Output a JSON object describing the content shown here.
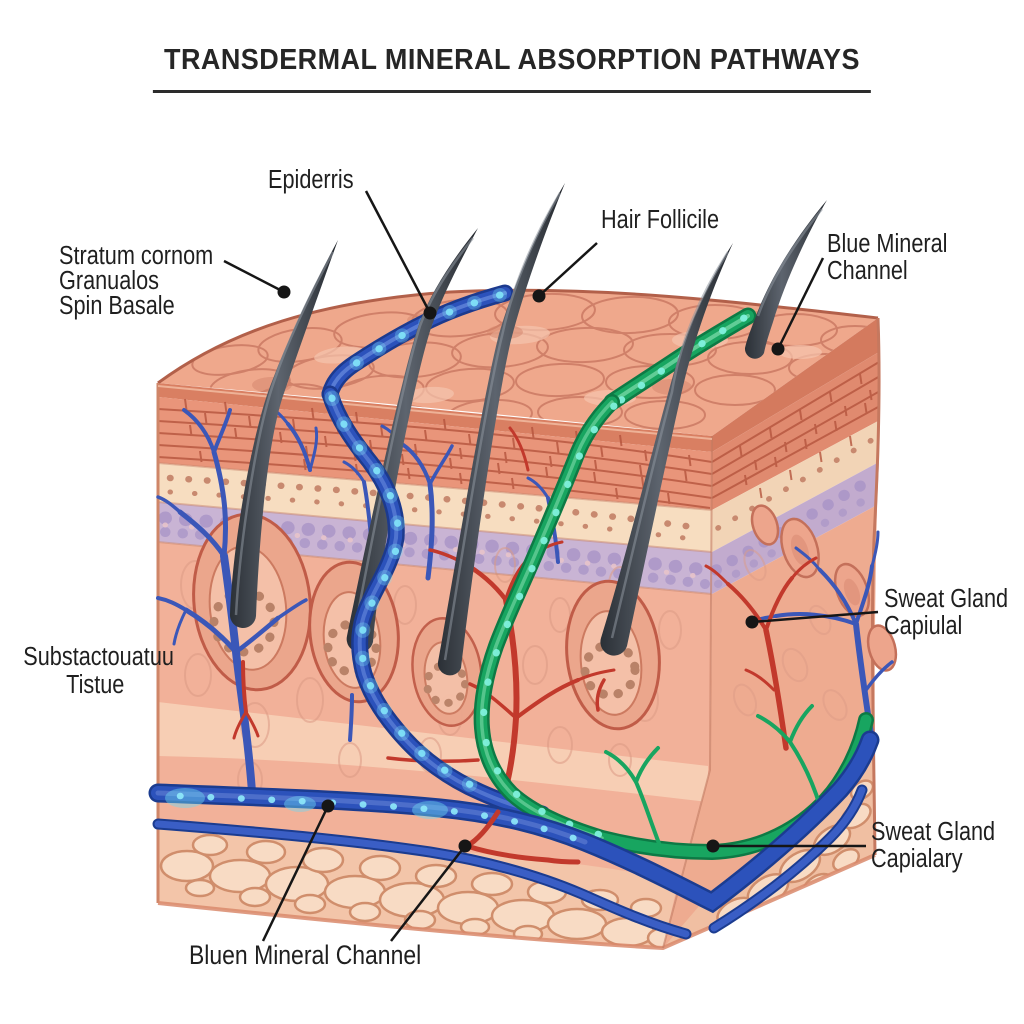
{
  "title": "TRANSDERMAL MINERAL ABSORPTION PATHWAYS",
  "labels": {
    "epidermis": "Epiderris",
    "hair_follicle": "Hair Follicile",
    "blue_mineral_channel": {
      "line1": "Blue Mineral",
      "line2": "Channel"
    },
    "skin_layers": {
      "line1": "Stratum cornom",
      "line2": "Granualos",
      "line3": "Spin Basale"
    },
    "subcutaneous_tissue": {
      "line1": "Substactouatuu",
      "line2": "Tistue"
    },
    "sweat_gland_upper": {
      "line1": "Sweat Gland",
      "line2": "Capiulal"
    },
    "sweat_gland_lower": {
      "line1": "Sweat Gland",
      "line2": "Capialary"
    },
    "blue_mineral_channel_bottom": "Bluen Mineral Channel"
  },
  "colors": {
    "background": "#ffffff",
    "label_text": "#1f1f1f",
    "leader_line": "#161616",
    "skin_surface": "#efa88c",
    "stratum_corneum": "#e9957a",
    "granular_layer": "#f7ddc0",
    "basale_layer": "#c9b4d4",
    "dermis": "#f2b199",
    "subcutaneous_fat": "#f3c5a9",
    "hair": "#3c424a",
    "blue_channel": "#2c52bb",
    "green_channel": "#18a560",
    "mineral_glow": "#7fe0f7",
    "red_vessel": "#c2392c",
    "blue_vessel": "#3b57b8"
  }
}
